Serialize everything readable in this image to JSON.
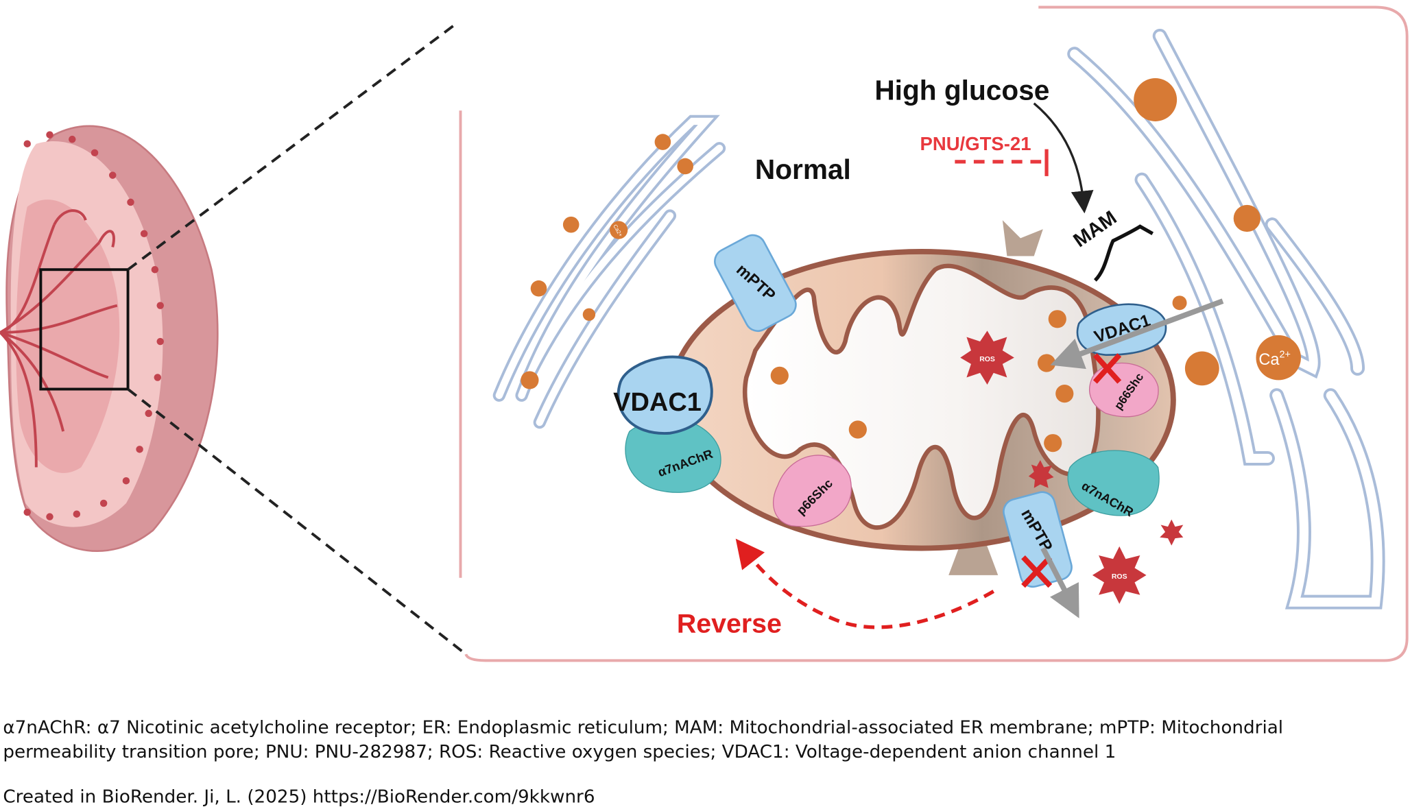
{
  "labels": {
    "normal": "Normal",
    "high_glucose": "High glucose",
    "inhibitor": "PNU/GTS-21",
    "mam": "MAM",
    "vdac1_left": "VDAC1",
    "vdac1_right": "VDAC1",
    "mptp_top": "mPTP",
    "mptp_bottom": "mPTP",
    "p66shc_left": "p66Shc",
    "p66shc_right": "p66Shc",
    "a7nachr_left": "α7nAChR",
    "a7nachr_right": "α7nAChR",
    "ros_1": "ROS",
    "ros_2": "ROS",
    "calcium": "Ca",
    "calcium_sup": "2+",
    "calcium_small": "Ca2+",
    "reverse": "Reverse"
  },
  "footer": {
    "abbrev_line1": "α7nAChR: α7 Nicotinic acetylcholine receptor; ER: Endoplasmic reticulum; MAM: Mitochondrial-associated ER membrane; mPTP: Mitochondrial",
    "abbrev_line2": "permeability transition pore; PNU: PNU-282987; ROS: Reactive oxygen species; VDAC1: Voltage-dependent anion channel 1",
    "credit": "Created in BioRender. Ji, L. (2025) https://BioRender.com/9kkwnr6"
  },
  "colors": {
    "calcium": "#d77a35",
    "inhibitor": "#e8383d",
    "reverse": "#e01f1f",
    "er": "#a9bcd9",
    "mito_border": "#9c5a48",
    "vdac": "#a9d4f0",
    "a7nachr": "#5fc2c4",
    "p66shc": "#f2a7c8",
    "ros": "#c8373c"
  }
}
